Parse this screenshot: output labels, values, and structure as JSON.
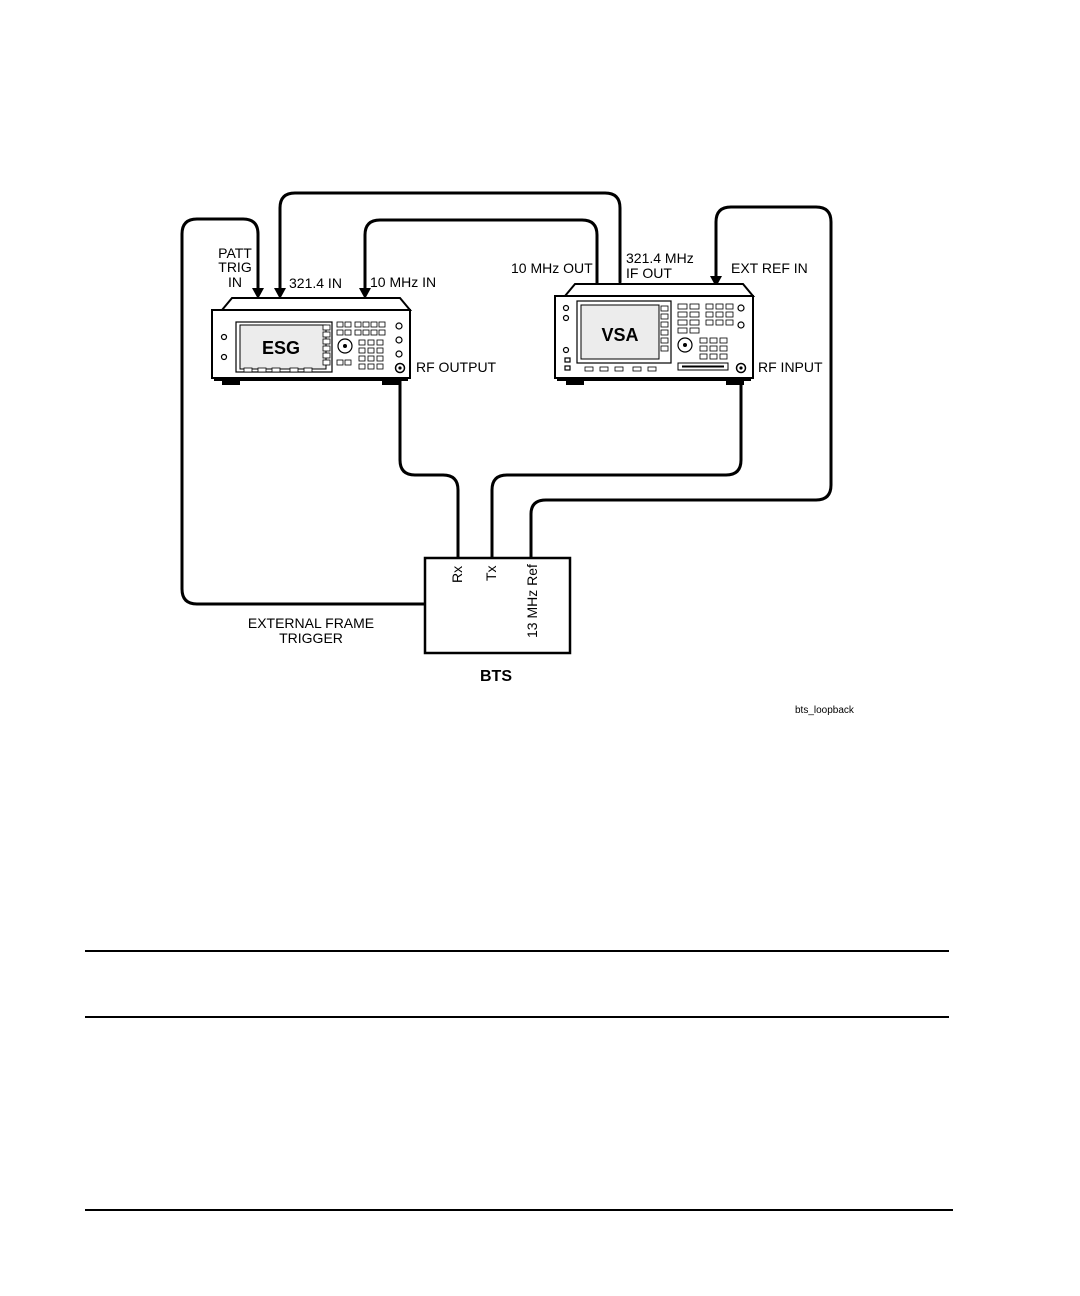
{
  "diagram": {
    "esg_label": "ESG",
    "vsa_label": "VSA",
    "bts_label": "BTS",
    "esg_inputs": {
      "patt_trig_in": [
        "PATT",
        "TRIG",
        "IN"
      ],
      "in_321_4": "321.4 IN",
      "in_10mhz": "10 MHz IN",
      "rf_output": "RF OUTPUT"
    },
    "vsa_ports": {
      "out_10mhz": "10 MHz OUT",
      "if_out": [
        "321.4 MHz",
        "IF OUT"
      ],
      "ext_ref_in": "EXT REF IN",
      "rf_input": "RF INPUT"
    },
    "bts_ports": {
      "rx": "Rx",
      "tx": "Tx",
      "ref_13mhz": "13 MHz Ref"
    },
    "external_frame_trigger": [
      "EXTERNAL FRAME",
      "TRIGGER"
    ],
    "figure_id": "bts_loopback"
  }
}
